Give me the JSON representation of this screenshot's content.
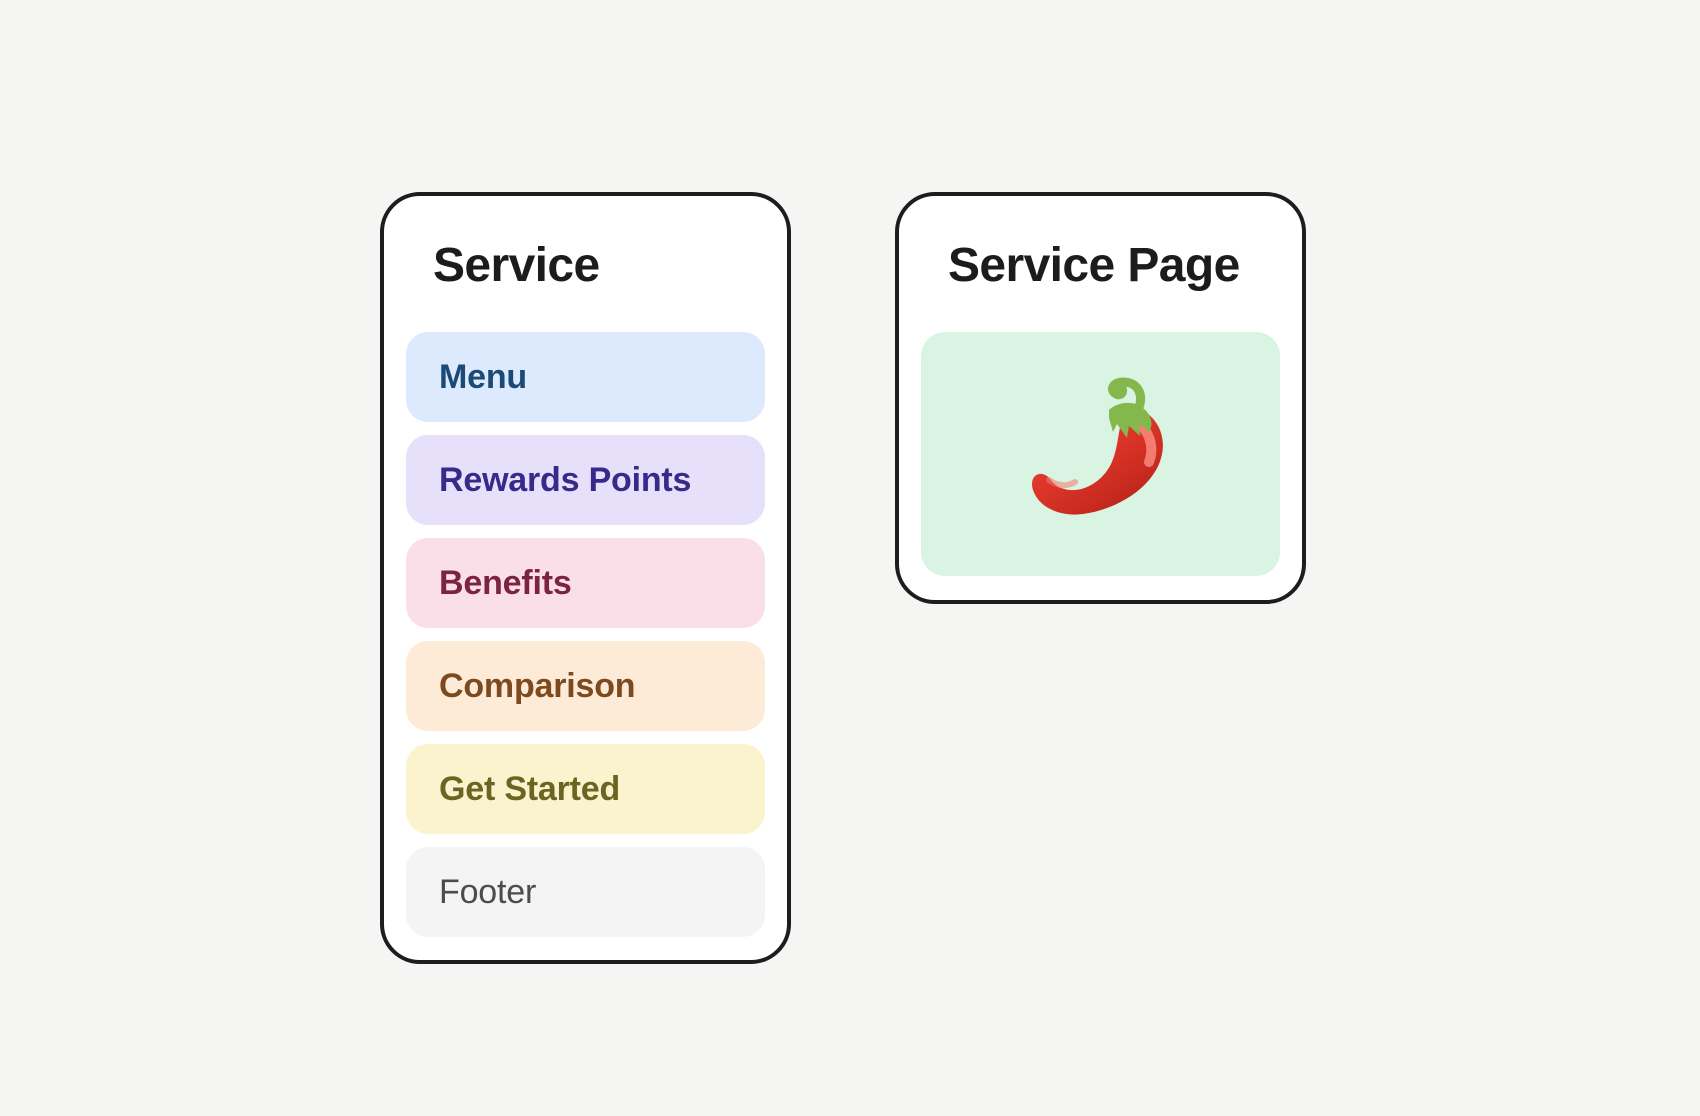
{
  "page": {
    "background_color": "#f5f5f4",
    "card_border_color": "#1d1d1f",
    "card_bg_color": "#ffffff"
  },
  "cards": {
    "service": {
      "title": "Service",
      "items": [
        {
          "label": "Menu",
          "bg_color": "#dde9fc",
          "text_color": "#1a4a75"
        },
        {
          "label": "Rewards Points",
          "bg_color": "#e6e0fb",
          "text_color": "#392a8a"
        },
        {
          "label": "Benefits",
          "bg_color": "#fbdfe8",
          "text_color": "#7c2344"
        },
        {
          "label": "Comparison",
          "bg_color": "#fdebd8",
          "text_color": "#7c4a1e"
        },
        {
          "label": "Get Started",
          "bg_color": "#faf3cd",
          "text_color": "#6b6522"
        },
        {
          "label": "Footer",
          "bg_color": "#f4f4f4",
          "text_color": "#4c4c4e"
        }
      ]
    },
    "service_page": {
      "title": "Service Page",
      "preview": {
        "bg_color": "#d9f4e2",
        "icon": "chili-pepper-icon"
      }
    }
  }
}
